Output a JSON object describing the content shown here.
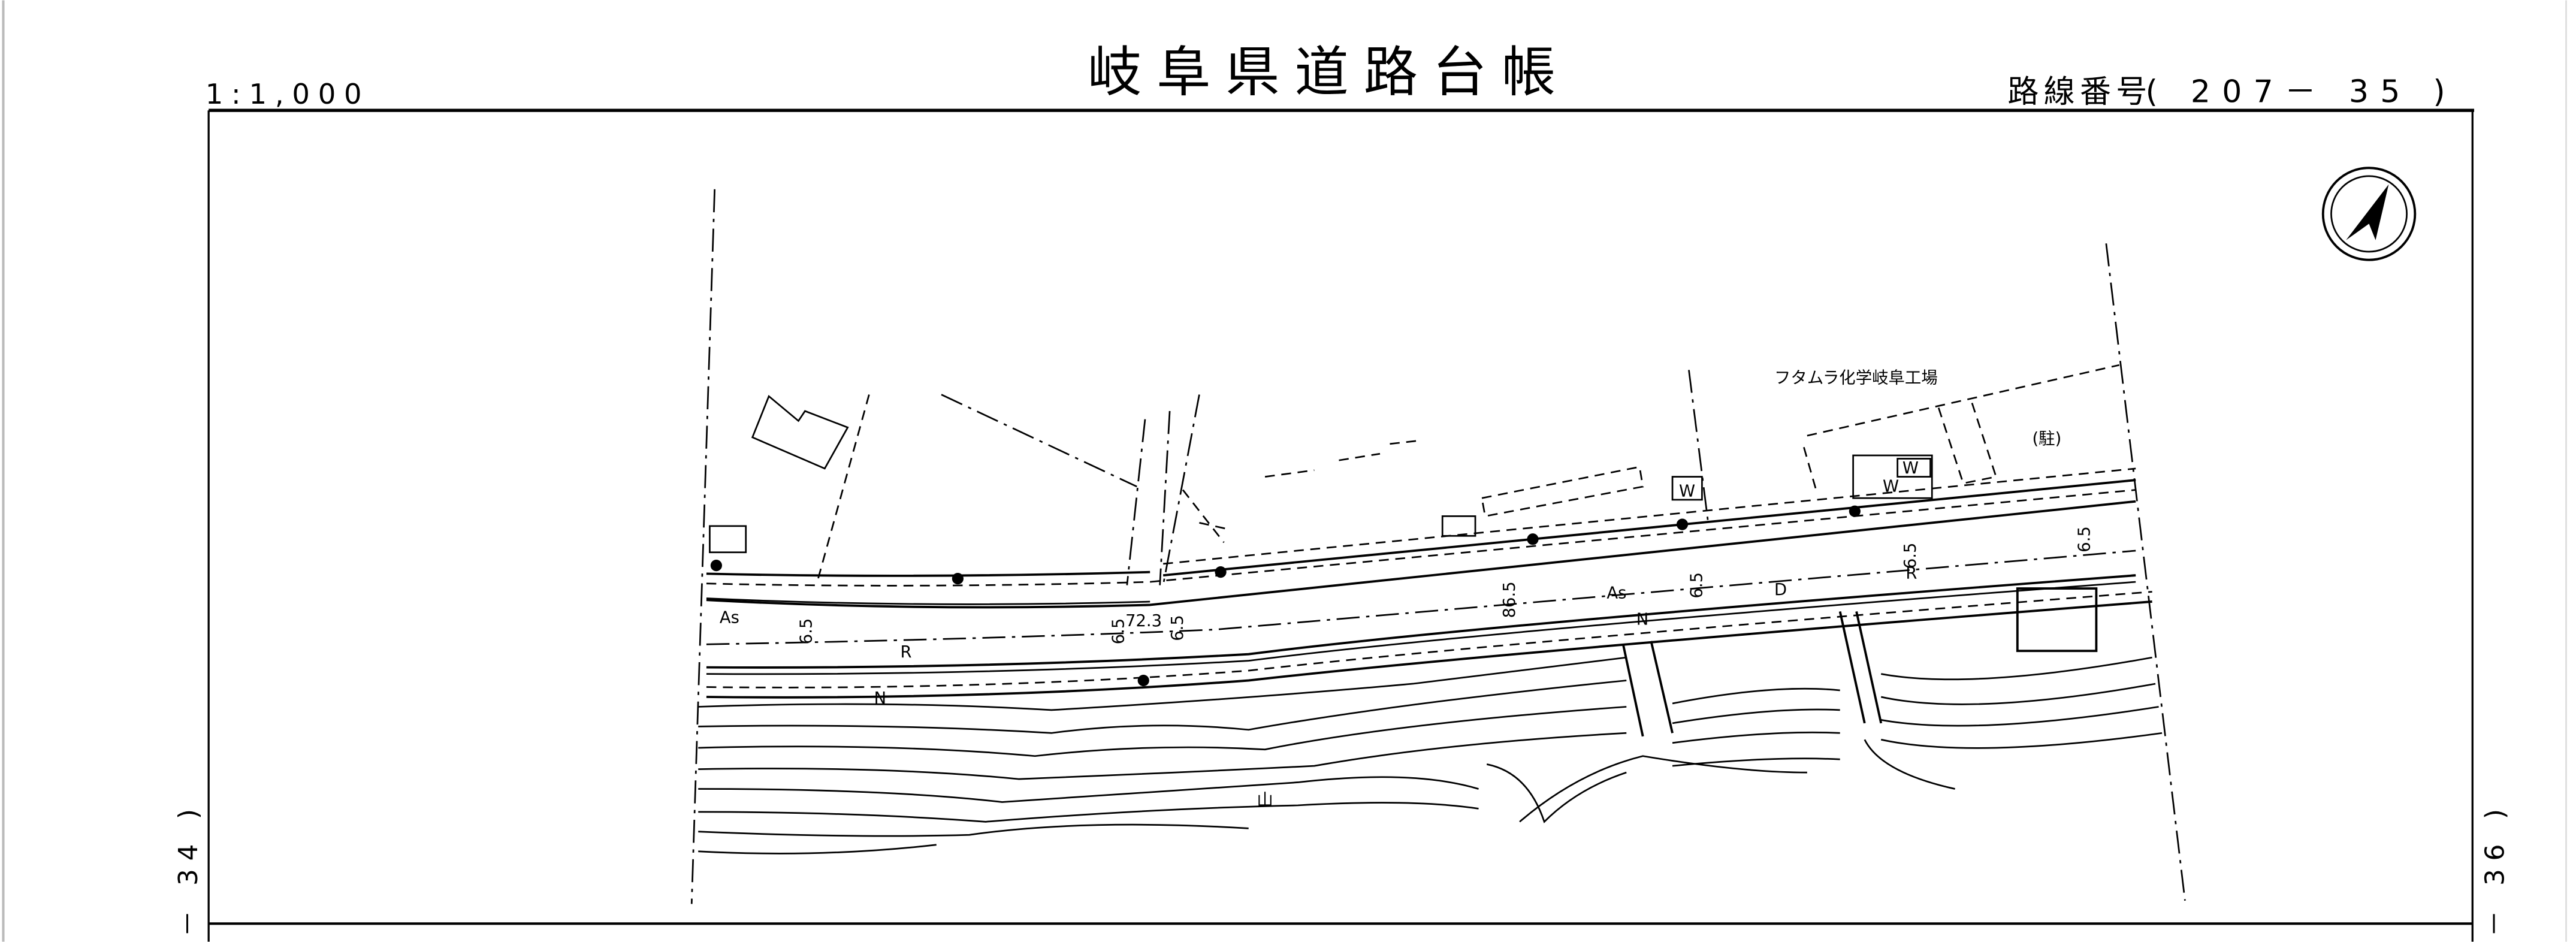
{
  "header": {
    "scale": "1:1,000",
    "title": "岐阜県道路台帳",
    "route_label": "路線番号",
    "route_number": "( 207－ 35 )"
  },
  "side_labels": {
    "left": "－ 34 )",
    "right": "－ 36 )"
  },
  "map": {
    "facility_name": "フタムラ化学岐阜工場",
    "parking_label": "(駐)",
    "building_labels": [
      "W",
      "W",
      "W"
    ],
    "pavement_labels": [
      "As",
      "As"
    ],
    "width_labels": [
      "6.5",
      "6.5",
      "6.5",
      "6.5",
      "6.5",
      "6.5"
    ],
    "distance_labels": [
      "72.3",
      "86.5"
    ],
    "landuse_labels": [
      "R",
      "R",
      "N",
      "N",
      "D",
      "山"
    ],
    "north_arrow": "north-arrow-icon"
  }
}
